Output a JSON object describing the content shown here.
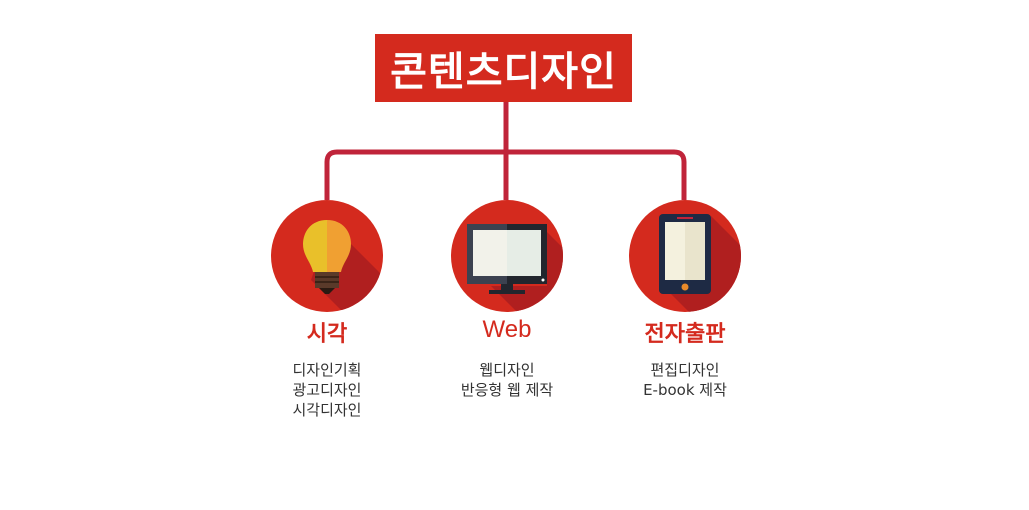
{
  "title": "콘텐츠디자인",
  "colors": {
    "accent": "#d42a1e",
    "connector": "#c0243a",
    "text": "#333333"
  },
  "nodes": [
    {
      "label": "시각",
      "icon": "lightbulb-icon",
      "items": [
        "디자인기획",
        "광고디자인",
        "시각디자인"
      ]
    },
    {
      "label": "Web",
      "icon": "monitor-icon",
      "items": [
        "웹디자인",
        "반응형 웹 제작"
      ]
    },
    {
      "label": "전자출판",
      "icon": "tablet-icon",
      "items": [
        "편집디자인",
        "E-book 제작"
      ]
    }
  ]
}
